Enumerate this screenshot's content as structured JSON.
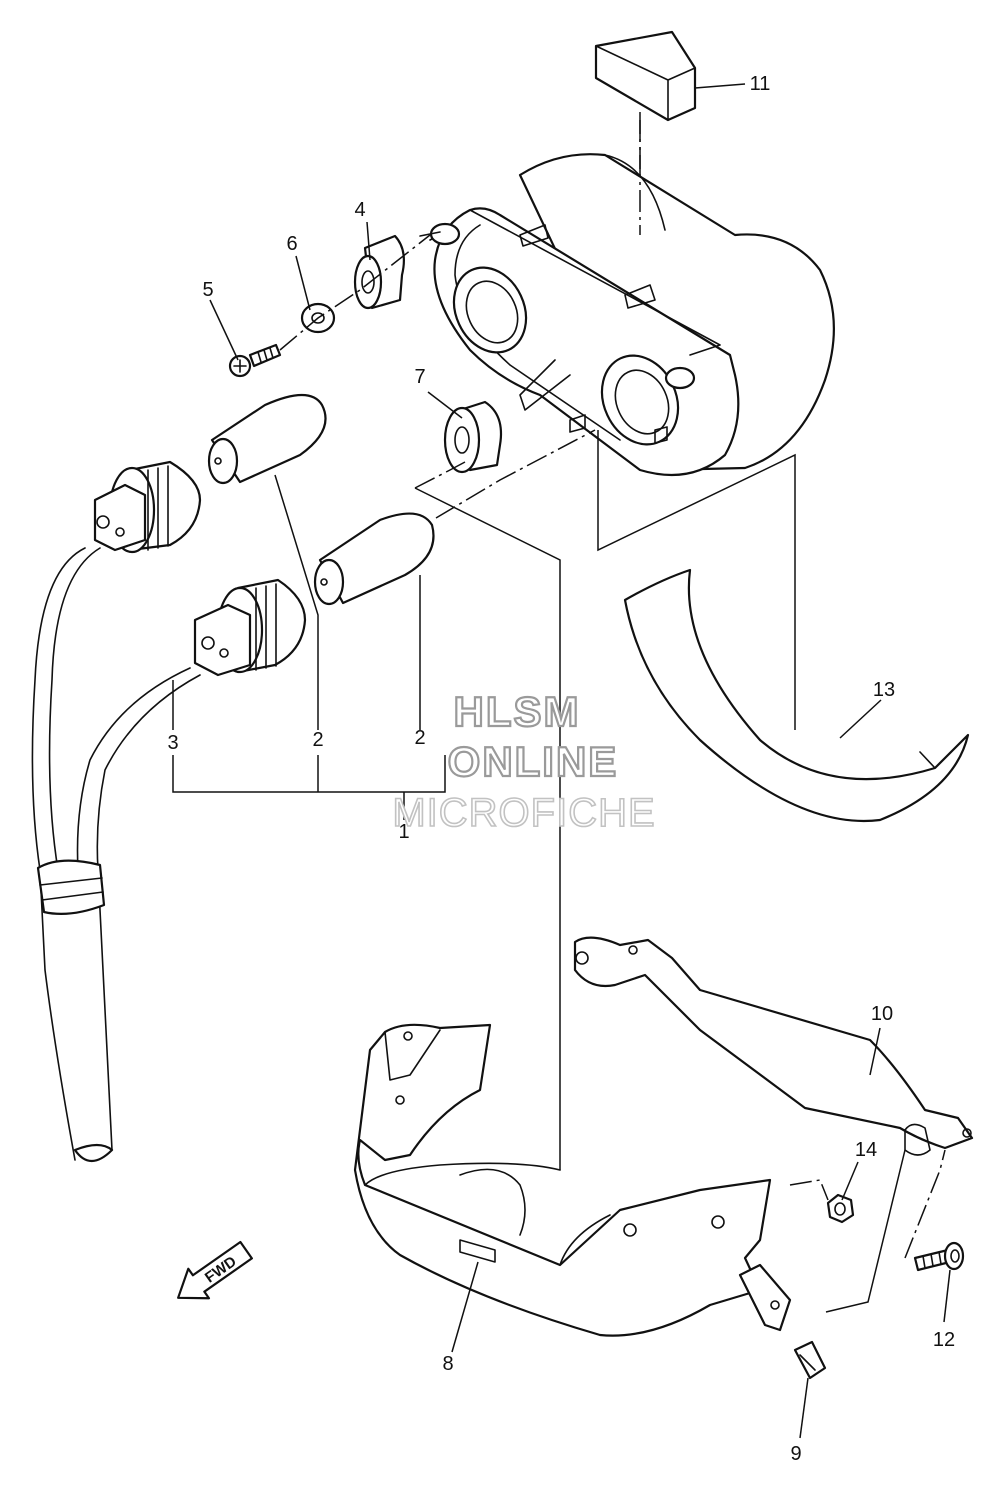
{
  "callouts": [
    "1",
    "2",
    "2",
    "3",
    "4",
    "5",
    "6",
    "7",
    "8",
    "9",
    "10",
    "11",
    "12",
    "13",
    "14"
  ],
  "watermark": {
    "line1": "HLSM",
    "line2": "ONLINE",
    "line3": "MICROFICHE"
  },
  "fwd_label": "FWD"
}
